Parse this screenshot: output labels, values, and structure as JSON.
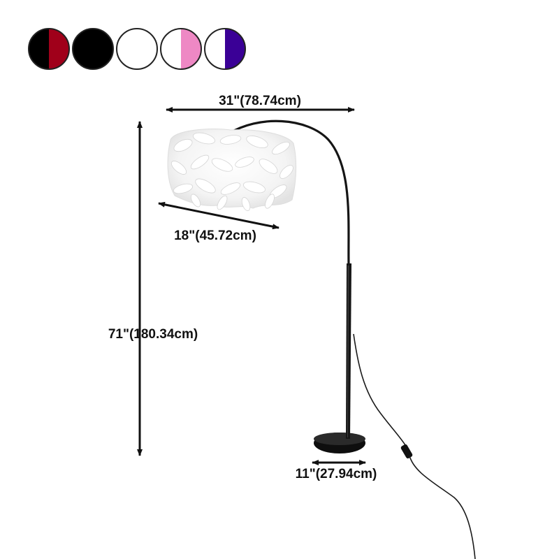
{
  "color_swatches": [
    {
      "name": "black-red",
      "left": "#000000",
      "right": "#a0001a"
    },
    {
      "name": "black",
      "left": "#000000",
      "right": "#000000"
    },
    {
      "name": "white",
      "left": "#ffffff",
      "right": "#ffffff"
    },
    {
      "name": "white-pink",
      "left": "#ffffff",
      "right": "#ee88c4"
    },
    {
      "name": "white-purple",
      "left": "#ffffff",
      "right": "#3a0096"
    }
  ],
  "dimensions": {
    "arc_width": "31\"(78.74cm)",
    "shade_diameter": "18\"(45.72cm)",
    "height": "71\"(180.34cm)",
    "base_diameter": "11\"(27.94cm)"
  },
  "colors": {
    "lamp_metal": "#111111",
    "shade": "#ffffff",
    "arrow": "#111111"
  }
}
